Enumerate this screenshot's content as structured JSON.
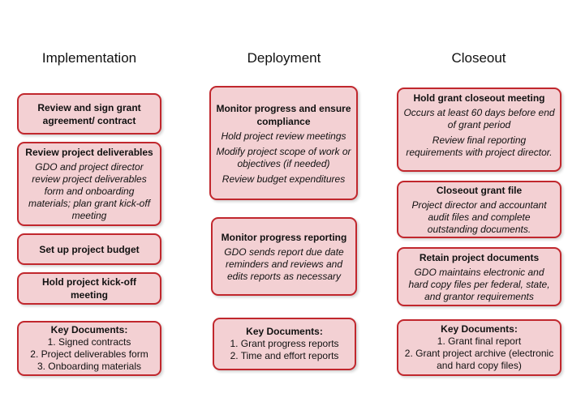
{
  "columns": [
    {
      "title": "Implementation",
      "boxes": [
        {
          "title": "Review and sign grant agreement/ contract",
          "details": []
        },
        {
          "title": "Review project deliverables",
          "details": [
            "GDO and project director review project deliverables form and onboarding materials; plan grant kick-off meeting"
          ]
        },
        {
          "title": "Set up project budget",
          "details": []
        },
        {
          "title": "Hold project kick-off meeting",
          "details": []
        }
      ],
      "key_documents": {
        "title": "Key Documents:",
        "items": [
          "1. Signed contracts",
          "2. Project deliverables form",
          "3. Onboarding materials"
        ]
      }
    },
    {
      "title": "Deployment",
      "boxes": [
        {
          "title": "Monitor progress  and ensure compliance",
          "details": [
            "Hold project review meetings",
            "Modify project scope of work or objectives (if needed)",
            "Review budget expenditures"
          ]
        },
        {
          "title": "Monitor progress reporting",
          "details": [
            "GDO sends report due date reminders and reviews and edits reports as necessary"
          ]
        }
      ],
      "key_documents": {
        "title": "Key Documents:",
        "items": [
          "1. Grant progress reports",
          "2. Time and effort reports"
        ]
      }
    },
    {
      "title": "Closeout",
      "boxes": [
        {
          "title": "Hold grant closeout meeting",
          "details": [
            "Occurs at least 60 days before end of grant period",
            "Review final reporting requirements with project director."
          ]
        },
        {
          "title": "Closeout grant file",
          "details": [
            "Project director and accountant audit files and complete outstanding documents."
          ]
        },
        {
          "title": "Retain project documents",
          "details": [
            "GDO maintains electronic and hard copy files per federal, state, and grantor requirements"
          ]
        }
      ],
      "key_documents": {
        "title": "Key Documents:",
        "items": [
          "1. Grant final report",
          "2. Grant project archive (electronic and hard copy files)"
        ]
      }
    }
  ]
}
